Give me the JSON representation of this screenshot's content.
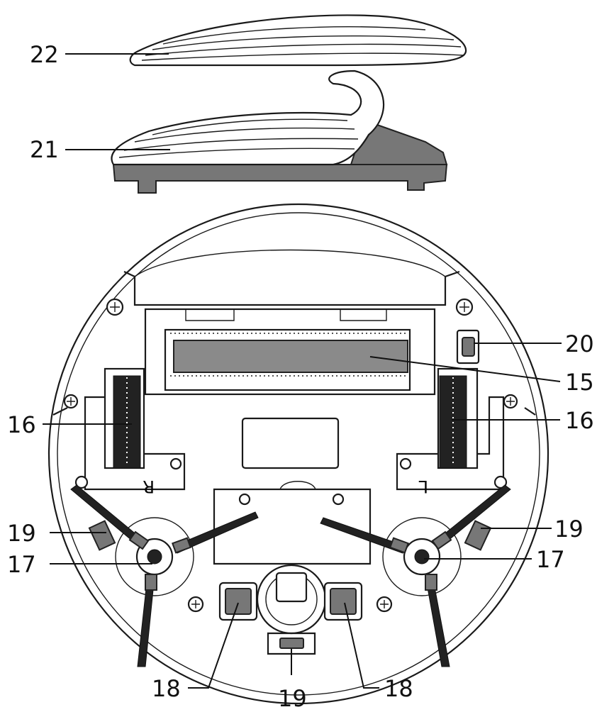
{
  "labels": {
    "l22": "22",
    "l21": "21",
    "l20": "20",
    "l15": "15",
    "l16a": "16",
    "l16b": "16",
    "l19a": "19",
    "l19b": "19",
    "l19c": "19",
    "l17a": "17",
    "l17b": "17",
    "l18a": "18",
    "l18b": "18"
  },
  "marks": {
    "right_wheel": "R",
    "left_wheel": "L"
  },
  "colors": {
    "outline": "#1a1a1a",
    "part_grey": "#777777",
    "filter_grey": "#8a8a8a",
    "brush_black": "#222222"
  }
}
